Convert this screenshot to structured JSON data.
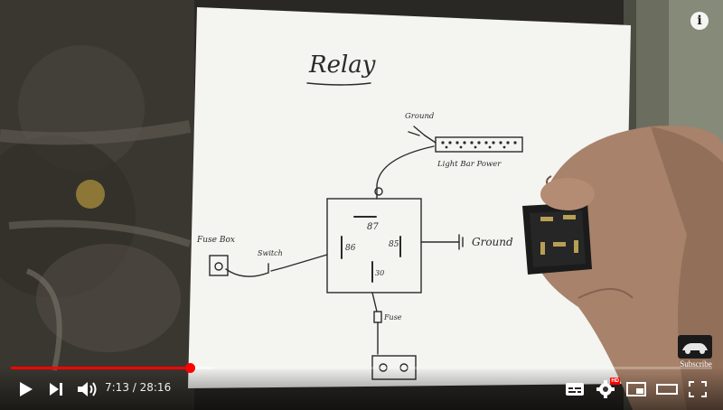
{
  "video": {
    "current_time": "7:13",
    "duration": "28:16",
    "time_display": "7:13 / 28:16",
    "played_fraction": 0.255,
    "buffered_fraction": 0.29
  },
  "diagram": {
    "title": "Relay",
    "ground_top": "Ground",
    "light_bar": "Light Bar Power",
    "terminal_87": "87",
    "terminal_86": "86",
    "terminal_85": "85",
    "terminal_30": "30",
    "ground_right": "Ground",
    "fuse_box": "Fuse Box",
    "switch": "Switch",
    "fuse": "Fuse"
  },
  "overlay": {
    "subscribe_label": "Subscribe",
    "info_symbol": "i",
    "hd_badge": "HD"
  },
  "colors": {
    "progress_red": "#ff0000",
    "paper": "#f4f4f1",
    "ink": "#2a2a2a"
  },
  "icons": [
    "play-icon",
    "next-icon",
    "volume-icon",
    "subtitles-icon",
    "settings-icon",
    "miniplayer-icon",
    "theater-icon",
    "fullscreen-icon",
    "info-icon"
  ]
}
